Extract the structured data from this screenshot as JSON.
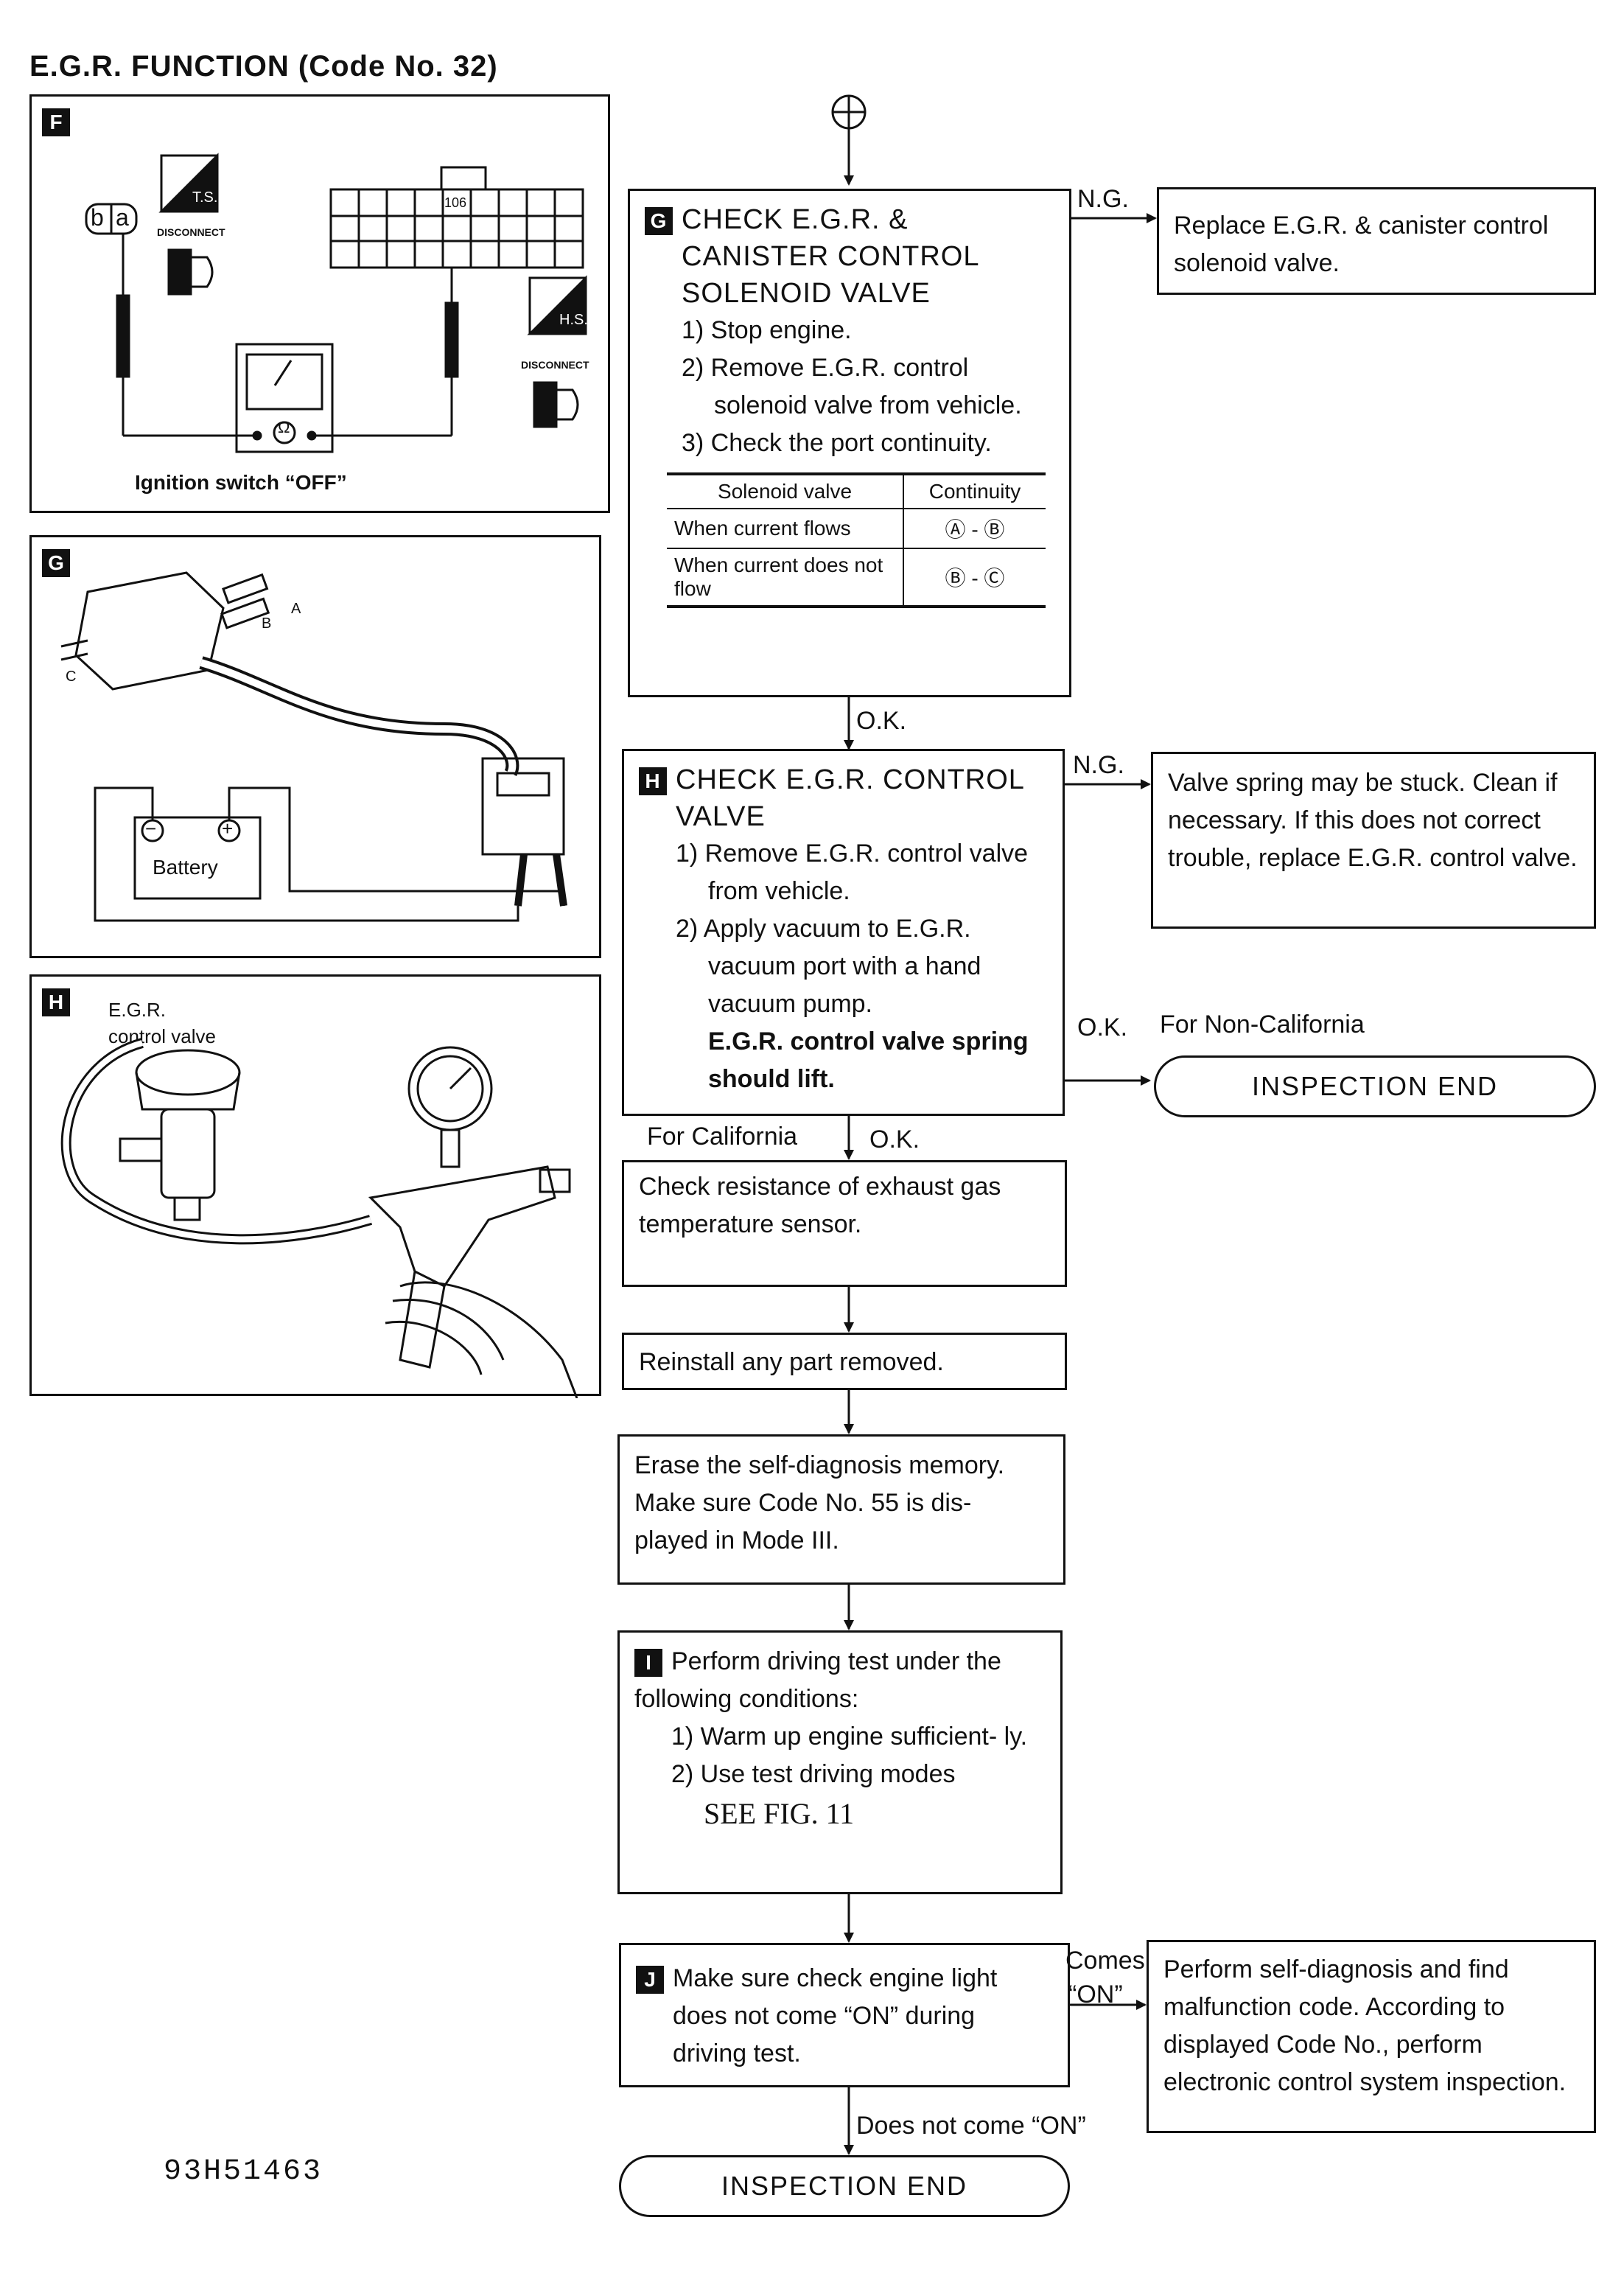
{
  "page_title": "E.G.R. FUNCTION (Code No. 32)",
  "figure_code": "93H51463",
  "panels": {
    "F": {
      "letter": "F",
      "caption": "Ignition switch “OFF”",
      "ts_label": "T.S.",
      "hs_label": "H.S.",
      "disconnect_1": "DISCONNECT",
      "disconnect_2": "DISCONNECT",
      "terminal_b": "b",
      "terminal_a": "a",
      "connector_pin": "106",
      "meter_symbol": "Ω"
    },
    "G": {
      "letter": "G",
      "port_a": "A",
      "port_b": "B",
      "port_c": "C",
      "battery_label": "Battery",
      "minus": "−",
      "plus": "+"
    },
    "H": {
      "letter": "H",
      "caption_1": "E.G.R.",
      "caption_2": "control valve"
    }
  },
  "steps": {
    "G": {
      "letter": "G",
      "title_1": "CHECK E.G.R. &",
      "title_2": "CANISTER CONTROL",
      "title_3": "SOLENOID VALVE",
      "items": [
        "1) Stop engine.",
        "2) Remove E.G.R. control solenoid valve from vehicle.",
        "3) Check the port continuity."
      ],
      "table": {
        "headers": [
          "Solenoid valve",
          "Continuity"
        ],
        "rows": [
          [
            "When current flows",
            "Ⓐ - Ⓑ"
          ],
          [
            "When current does not flow",
            "Ⓑ - Ⓒ"
          ]
        ]
      }
    },
    "G_ng": "Replace E.G.R. & canister control solenoid valve.",
    "H": {
      "letter": "H",
      "title_1": "CHECK E.G.R. CONTROL",
      "title_2": "VALVE",
      "items": [
        "1) Remove E.G.R. control valve from vehicle.",
        "2) Apply vacuum to E.G.R. vacuum port with a hand vacuum pump."
      ],
      "emphasis": "E.G.R. control valve spring should lift."
    },
    "H_ng": "Valve spring may be stuck. Clean if necessary. If this does not correct trouble, replace E.G.R. control valve.",
    "exhaust": "Check resistance of exhaust gas temperature sensor.",
    "reinstall": "Reinstall any part removed.",
    "erase": "Erase the self-diagnosis memory. Make sure Code No. 55 is dis- played in Mode III.",
    "I": {
      "letter": "I",
      "intro": "Perform driving test under the following conditions:",
      "items": [
        "1) Warm up engine sufficient- ly.",
        "2) Use test driving modes"
      ],
      "ref": "SEE FIG. 11"
    },
    "J": {
      "letter": "J",
      "text": "Make sure check engine light does not come “ON” during driving test."
    },
    "J_on": "Perform self-diagnosis and find malfunction code. According to displayed Code No., perform electronic control system inspection."
  },
  "flow_labels": {
    "ng_1": "N.G.",
    "ok_1": "O.K.",
    "ng_2": "N.G.",
    "ok_2": "O.K.",
    "non_california": "For Non-California",
    "california": "For California",
    "ok_3": "O.K.",
    "comes_on_1": "Comes",
    "comes_on_2": "“ON”",
    "does_not_come_on": "Does not come “ON”"
  },
  "inspection_end_1": "INSPECTION END",
  "inspection_end_2": "INSPECTION END"
}
